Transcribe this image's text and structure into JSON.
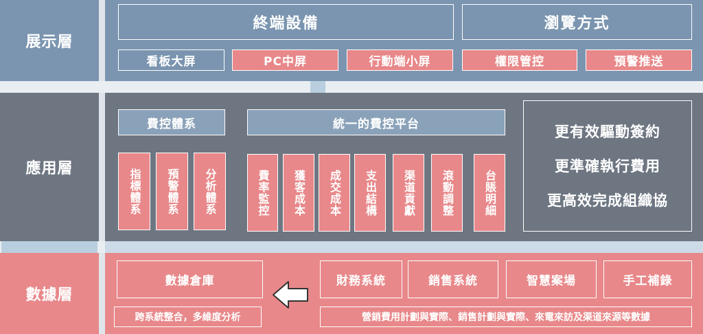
{
  "layers": {
    "presentation": {
      "label": "展示層"
    },
    "application": {
      "label": "應用層"
    },
    "data": {
      "label": "數據層"
    }
  },
  "presentation": {
    "headers": [
      "終端設備",
      "瀏覽方式"
    ],
    "items": [
      "看板大屏",
      "PC中屏",
      "行動端小屏",
      "權限管控",
      "預警推送"
    ]
  },
  "application": {
    "system_title": "費控體系",
    "platform_title": "統一的費控平台",
    "system_items": [
      "指標體系",
      "預警體系",
      "分析體系"
    ],
    "platform_items": [
      "費率監控",
      "獲客成本",
      "成交成本",
      "支出結構",
      "渠道貢獻",
      "滾動調整",
      "台賬明細"
    ],
    "goals": [
      "更有效驅動簽約",
      "更準確執行費用",
      "更高效完成組織協"
    ]
  },
  "data": {
    "warehouse": "數據倉庫",
    "warehouse_note": "跨系統整合，多維度分析",
    "sources": [
      "財務系統",
      "銷售系統",
      "智慧案場",
      "手工補錄"
    ],
    "sources_note": "營銷費用計劃與實際、銷售計劃與實際、來電來訪及渠道來源等數據"
  },
  "colors": {
    "presentation_bg": "#7b95b0",
    "application_bg": "#6e7682",
    "data_bg": "#e8888a",
    "highlight_red": "#e8888a",
    "highlight_blue": "#8aa2b9"
  },
  "icons": {
    "flow_arrow": "left-arrow-icon"
  }
}
